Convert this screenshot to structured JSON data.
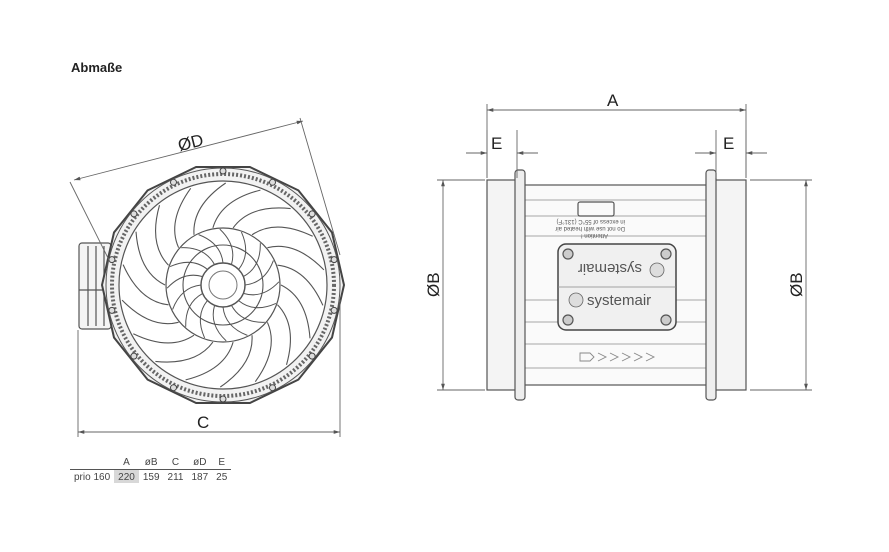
{
  "heading": "Abmaße",
  "dimension_labels": {
    "diameter_d": "ØD",
    "c": "C",
    "a": "A",
    "e_left": "E",
    "e_right": "E",
    "b_left": "ØB",
    "b_right": "ØB"
  },
  "product_labels": {
    "brand_top": "systemair",
    "brand_bottom": "systemair",
    "warning_line1": "Attention !",
    "warning_line2": "Do not use with heated air",
    "warning_line3": "in excess of 55°C (131°F)"
  },
  "table": {
    "headers": [
      "",
      "A",
      "øB",
      "C",
      "øD",
      "E"
    ],
    "rows": [
      {
        "cells": [
          "prio 160",
          "220",
          "159",
          "211",
          "187",
          "25"
        ],
        "highlight_index": 1
      }
    ]
  },
  "colors": {
    "line": "#555555",
    "dim_line": "#666666",
    "highlight": "#d8d8d8"
  },
  "icons": [
    "fan-front-view",
    "fan-side-view",
    "systemair-logo-icon",
    "airflow-arrows-icon"
  ]
}
